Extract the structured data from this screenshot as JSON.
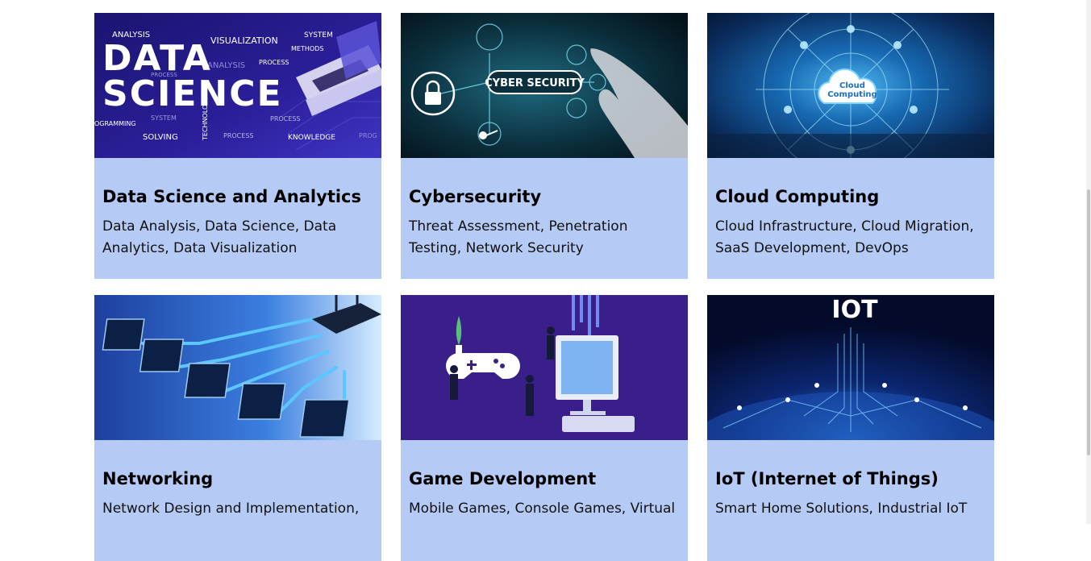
{
  "cards": [
    {
      "title": "Data Science and Analytics",
      "description": "Data Analysis, Data Science, Data Analytics, Data Visualization",
      "image_words": {
        "big1": "DATA",
        "big2": "SCIENCE",
        "w1": "ANALYSIS",
        "w2": "VISUALIZATION",
        "w3": "SYSTEM",
        "w4": "METHODS",
        "w5": "PROCESS",
        "w6": "PROCESS",
        "w7": "ANALYSIS",
        "w8": "OGRAMMING",
        "w9": "SYSTEM",
        "w10": "SOLVING",
        "w11": "TECHNOLOGY",
        "w12": "PROCESS",
        "w13": "PROCESS",
        "w14": "KNOWLEDGE",
        "w15": "PROG"
      }
    },
    {
      "title": "Cybersecurity",
      "description": "Threat Assessment, Penetration Testing, Network Security",
      "image_words": {
        "label": "CYBER SECURITY"
      }
    },
    {
      "title": "Cloud Computing",
      "description": "Cloud Infrastructure, Cloud Migration, SaaS Development, DevOps",
      "image_words": {
        "label1": "Cloud",
        "label2": "Computing"
      }
    },
    {
      "title": "Networking",
      "description": "Network Design and Implementation,"
    },
    {
      "title": "Game Development",
      "description": "Mobile Games, Console Games, Virtual"
    },
    {
      "title": "IoT (Internet of Things)",
      "description": "Smart Home Solutions, Industrial IoT",
      "image_words": {
        "label": "IOT"
      }
    }
  ],
  "colors": {
    "card_bg": "#b5cbf5",
    "page_bg": "#ffffff"
  }
}
